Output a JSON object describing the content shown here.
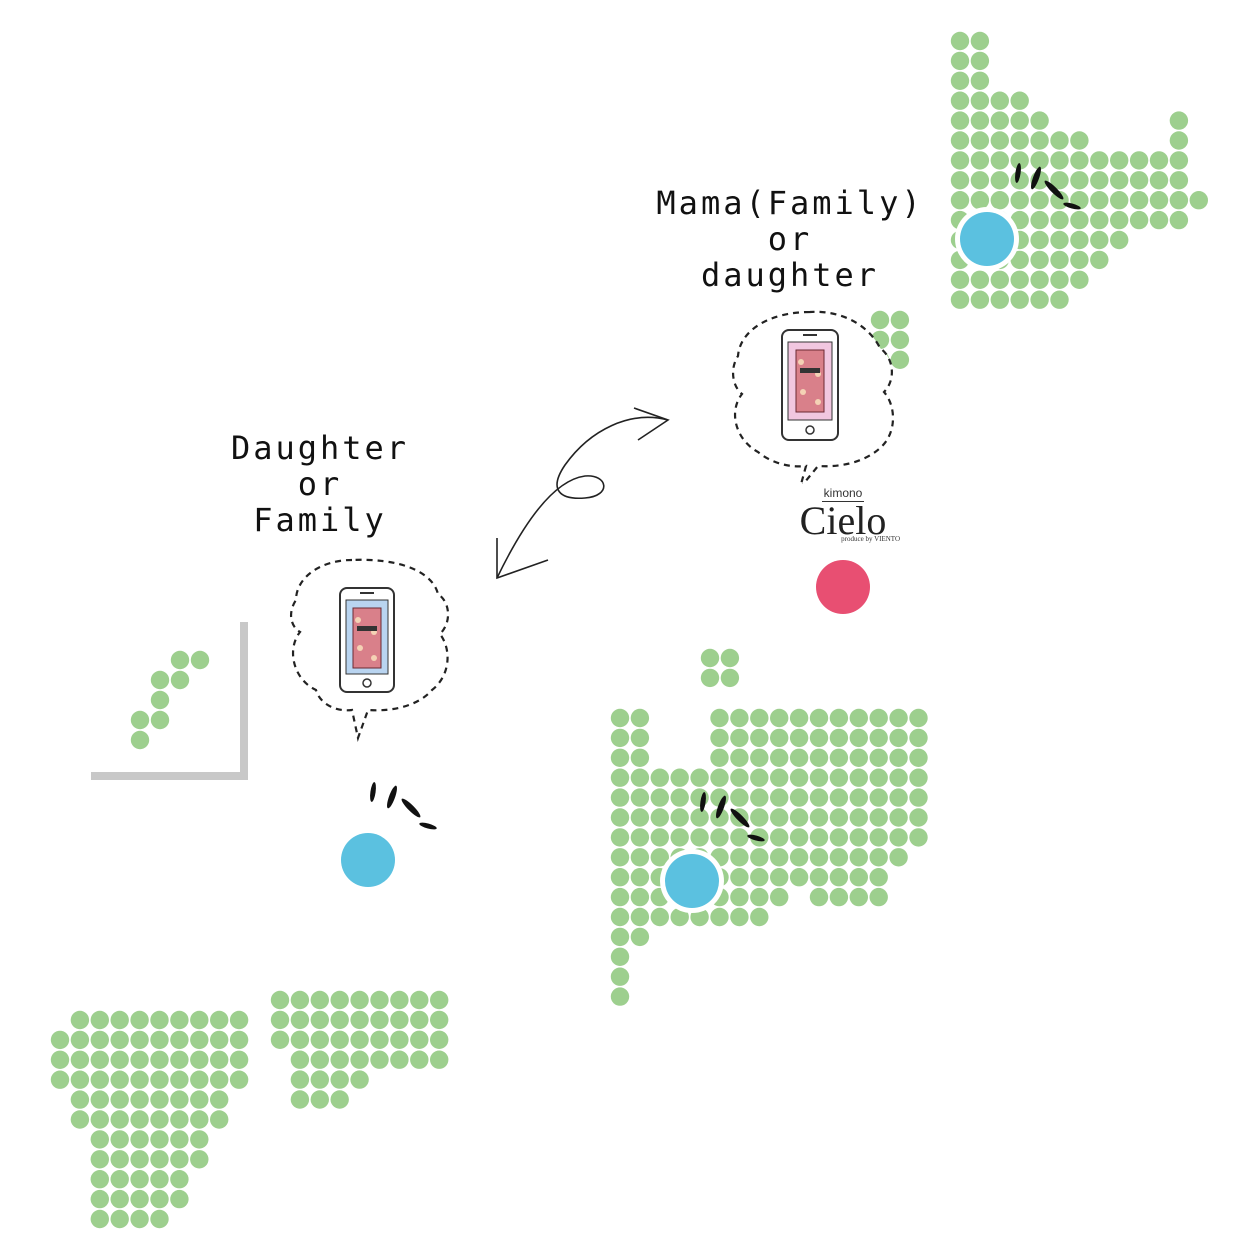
{
  "map": {
    "dot_color": "#9dcf8e",
    "home_marker_color": "#e84f72",
    "user_marker_color": "#5bc1e0",
    "inset_frame_color": "#c8c8c8"
  },
  "labels": {
    "left": [
      "Daughter",
      "or",
      "Family"
    ],
    "right": [
      "Mama(Family)",
      "or",
      "daughter"
    ]
  },
  "logo": {
    "top": "kimono",
    "brand": "Cielo",
    "sub": "produce by VIENTO"
  },
  "markers": [
    {
      "name": "home-shop-marker",
      "color": "#e84f72"
    },
    {
      "name": "user-marker-hokkaido",
      "color": "#5bc1e0"
    },
    {
      "name": "user-marker-chubu",
      "color": "#5bc1e0"
    },
    {
      "name": "user-marker-west",
      "color": "#5bc1e0"
    }
  ],
  "icons": [
    "smartphone-icon",
    "thought-bubble-icon",
    "double-arrow-icon",
    "sparkle-marks-icon"
  ]
}
